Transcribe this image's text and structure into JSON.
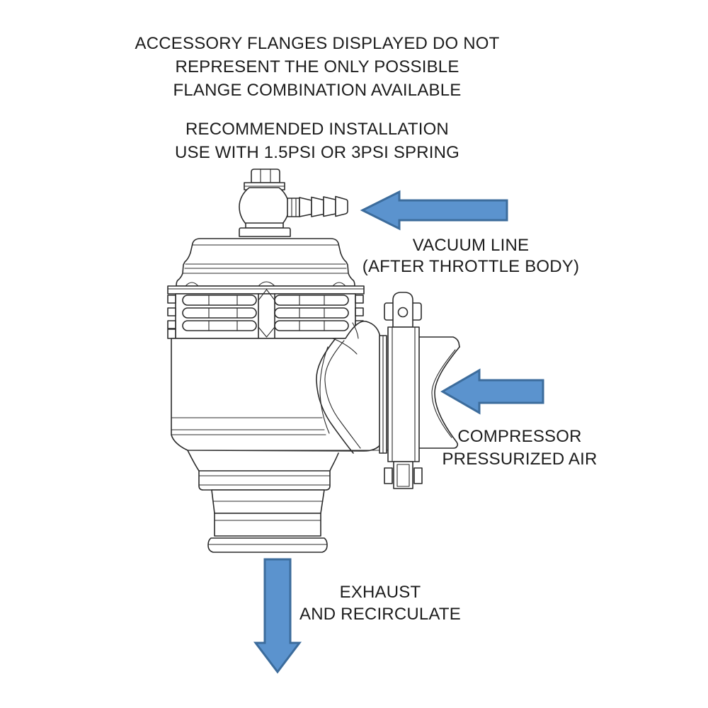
{
  "instructions": {
    "disclaimer_lines": [
      "ACCESSORY FLANGES DISPLAYED DO NOT",
      "REPRESENT THE ONLY POSSIBLE",
      "FLANGE COMBINATION AVAILABLE"
    ],
    "recommendation_lines": [
      "RECOMMENDED INSTALLATION",
      "USE WITH 1.5PSI OR 3PSI SPRING"
    ]
  },
  "annotations": {
    "vacuum": {
      "lines": [
        "VACUUM LINE",
        "(AFTER THROTTLE BODY)"
      ],
      "arrow_direction": "left"
    },
    "compressor": {
      "lines": [
        "COMPRESSOR",
        "PRESSURIZED AIR"
      ],
      "arrow_direction": "left"
    },
    "exhaust": {
      "lines": [
        "EXHAUST",
        "AND RECIRCULATE"
      ],
      "arrow_direction": "down"
    }
  },
  "illustration": {
    "subject": "blow-off valve side-view line drawing",
    "features": [
      "vacuum nipple with hex fitting on top cap",
      "finned spring cap collar",
      "valve body with side inlet",
      "v-band clamp with bolt",
      "inlet weld flange",
      "bottom hose outlet with bead"
    ]
  },
  "colors": {
    "background": "#ffffff",
    "text": "#1d1d1d",
    "line_art": "#2b2b2b",
    "arrow_fill": "#5b93ce",
    "arrow_stroke": "#3c6c9c"
  }
}
